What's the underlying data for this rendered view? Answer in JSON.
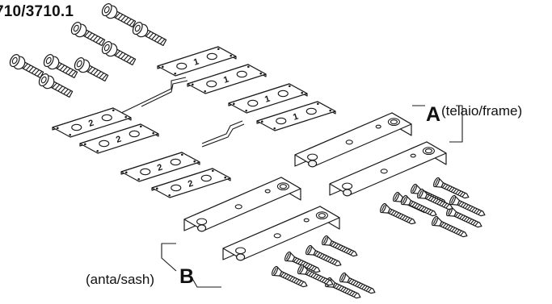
{
  "figure": {
    "code_label": "710/3710.1",
    "group_a": {
      "letter": "A",
      "text": "(telaio/frame)"
    },
    "group_b": {
      "letter": "B",
      "text": "(anta/sash)"
    }
  },
  "parts": {
    "cap_screws_count": 8,
    "shim_plates_count": 8,
    "hinge_plates_count": 4,
    "countersunk_screws_count": 16
  },
  "colors": {
    "ink": "#1a1a1a",
    "paper": "#ffffff"
  }
}
